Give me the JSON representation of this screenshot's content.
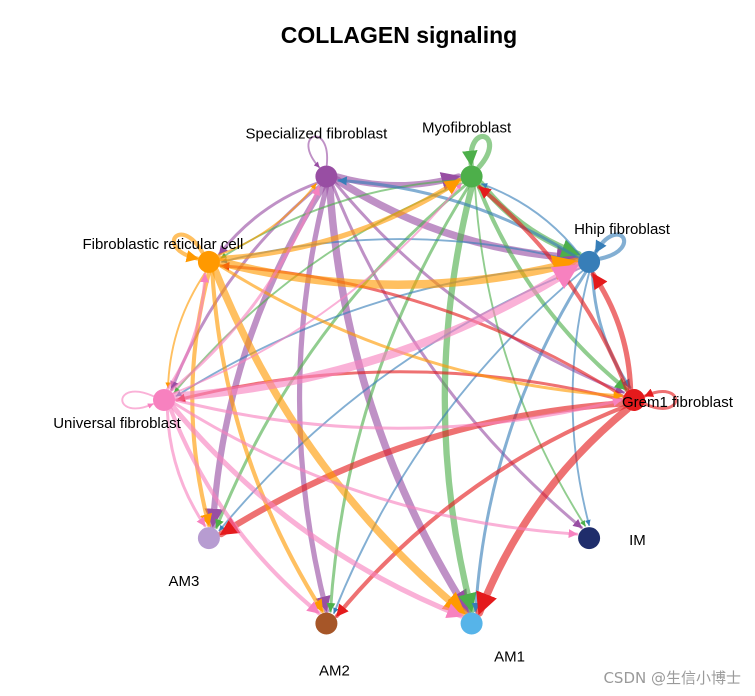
{
  "title": "COLLAGEN signaling",
  "watermark": "CSDN @生信小博士",
  "nodes": [
    {
      "id": "spec",
      "label": "Specialized fibroblast",
      "color": "#984EA3"
    },
    {
      "id": "myo",
      "label": "Myofibroblast",
      "color": "#4DAF4A"
    },
    {
      "id": "hhip",
      "label": "Hhip fibroblast",
      "color": "#377EB8"
    },
    {
      "id": "grem",
      "label": "Grem1 fibroblast",
      "color": "#E41A1C"
    },
    {
      "id": "im",
      "label": "IM",
      "color": "#1F2D6B"
    },
    {
      "id": "am1",
      "label": "AM1",
      "color": "#56B4E9"
    },
    {
      "id": "am2",
      "label": "AM2",
      "color": "#A65628"
    },
    {
      "id": "am3",
      "label": "AM3",
      "color": "#B79CD1"
    },
    {
      "id": "univ",
      "label": "Universal fibroblast",
      "color": "#F781BF"
    },
    {
      "id": "fibret",
      "label": "Fibroblastic reticular cell",
      "color": "#FF9900"
    }
  ],
  "edges": [
    {
      "from": "spec",
      "to": "spec",
      "weight": 1
    },
    {
      "from": "spec",
      "to": "myo",
      "weight": 5
    },
    {
      "from": "spec",
      "to": "hhip",
      "weight": 6
    },
    {
      "from": "spec",
      "to": "grem",
      "weight": 2
    },
    {
      "from": "spec",
      "to": "im",
      "weight": 2
    },
    {
      "from": "spec",
      "to": "am1",
      "weight": 6
    },
    {
      "from": "spec",
      "to": "am2",
      "weight": 4
    },
    {
      "from": "spec",
      "to": "am3",
      "weight": 5
    },
    {
      "from": "spec",
      "to": "univ",
      "weight": 2
    },
    {
      "from": "spec",
      "to": "fibret",
      "weight": 2
    },
    {
      "from": "myo",
      "to": "myo",
      "weight": 4
    },
    {
      "from": "myo",
      "to": "hhip",
      "weight": 5
    },
    {
      "from": "myo",
      "to": "grem",
      "weight": 3
    },
    {
      "from": "myo",
      "to": "am1",
      "weight": 5
    },
    {
      "from": "myo",
      "to": "am2",
      "weight": 2
    },
    {
      "from": "myo",
      "to": "am3",
      "weight": 2
    },
    {
      "from": "myo",
      "to": "im",
      "weight": 1
    },
    {
      "from": "myo",
      "to": "univ",
      "weight": 1
    },
    {
      "from": "myo",
      "to": "fibret",
      "weight": 1
    },
    {
      "from": "hhip",
      "to": "hhip",
      "weight": 3
    },
    {
      "from": "hhip",
      "to": "spec",
      "weight": 2
    },
    {
      "from": "hhip",
      "to": "myo",
      "weight": 1
    },
    {
      "from": "hhip",
      "to": "grem",
      "weight": 2
    },
    {
      "from": "hhip",
      "to": "am1",
      "weight": 2
    },
    {
      "from": "hhip",
      "to": "am2",
      "weight": 1
    },
    {
      "from": "hhip",
      "to": "am3",
      "weight": 1
    },
    {
      "from": "hhip",
      "to": "im",
      "weight": 1
    },
    {
      "from": "hhip",
      "to": "univ",
      "weight": 1
    },
    {
      "from": "hhip",
      "to": "fibret",
      "weight": 1
    },
    {
      "from": "grem",
      "to": "grem",
      "weight": 2
    },
    {
      "from": "grem",
      "to": "hhip",
      "weight": 4
    },
    {
      "from": "grem",
      "to": "myo",
      "weight": 3
    },
    {
      "from": "grem",
      "to": "am1",
      "weight": 6
    },
    {
      "from": "grem",
      "to": "am2",
      "weight": 3
    },
    {
      "from": "grem",
      "to": "am3",
      "weight": 5
    },
    {
      "from": "grem",
      "to": "univ",
      "weight": 2
    },
    {
      "from": "grem",
      "to": "fibret",
      "weight": 2
    },
    {
      "from": "fibret",
      "to": "fibret",
      "weight": 3
    },
    {
      "from": "fibret",
      "to": "myo",
      "weight": 4
    },
    {
      "from": "fibret",
      "to": "hhip",
      "weight": 7
    },
    {
      "from": "fibret",
      "to": "grem",
      "weight": 2
    },
    {
      "from": "fibret",
      "to": "am1",
      "weight": 6
    },
    {
      "from": "fibret",
      "to": "am2",
      "weight": 3
    },
    {
      "from": "fibret",
      "to": "am3",
      "weight": 3
    },
    {
      "from": "fibret",
      "to": "univ",
      "weight": 1
    },
    {
      "from": "fibret",
      "to": "spec",
      "weight": 1
    },
    {
      "from": "univ",
      "to": "univ",
      "weight": 1
    },
    {
      "from": "univ",
      "to": "hhip",
      "weight": 7
    },
    {
      "from": "univ",
      "to": "grem",
      "weight": 2
    },
    {
      "from": "univ",
      "to": "am1",
      "weight": 4
    },
    {
      "from": "univ",
      "to": "am2",
      "weight": 3
    },
    {
      "from": "univ",
      "to": "am3",
      "weight": 2
    },
    {
      "from": "univ",
      "to": "im",
      "weight": 2
    },
    {
      "from": "univ",
      "to": "fibret",
      "weight": 2
    },
    {
      "from": "univ",
      "to": "spec",
      "weight": 2
    },
    {
      "from": "univ",
      "to": "myo",
      "weight": 1
    }
  ]
}
